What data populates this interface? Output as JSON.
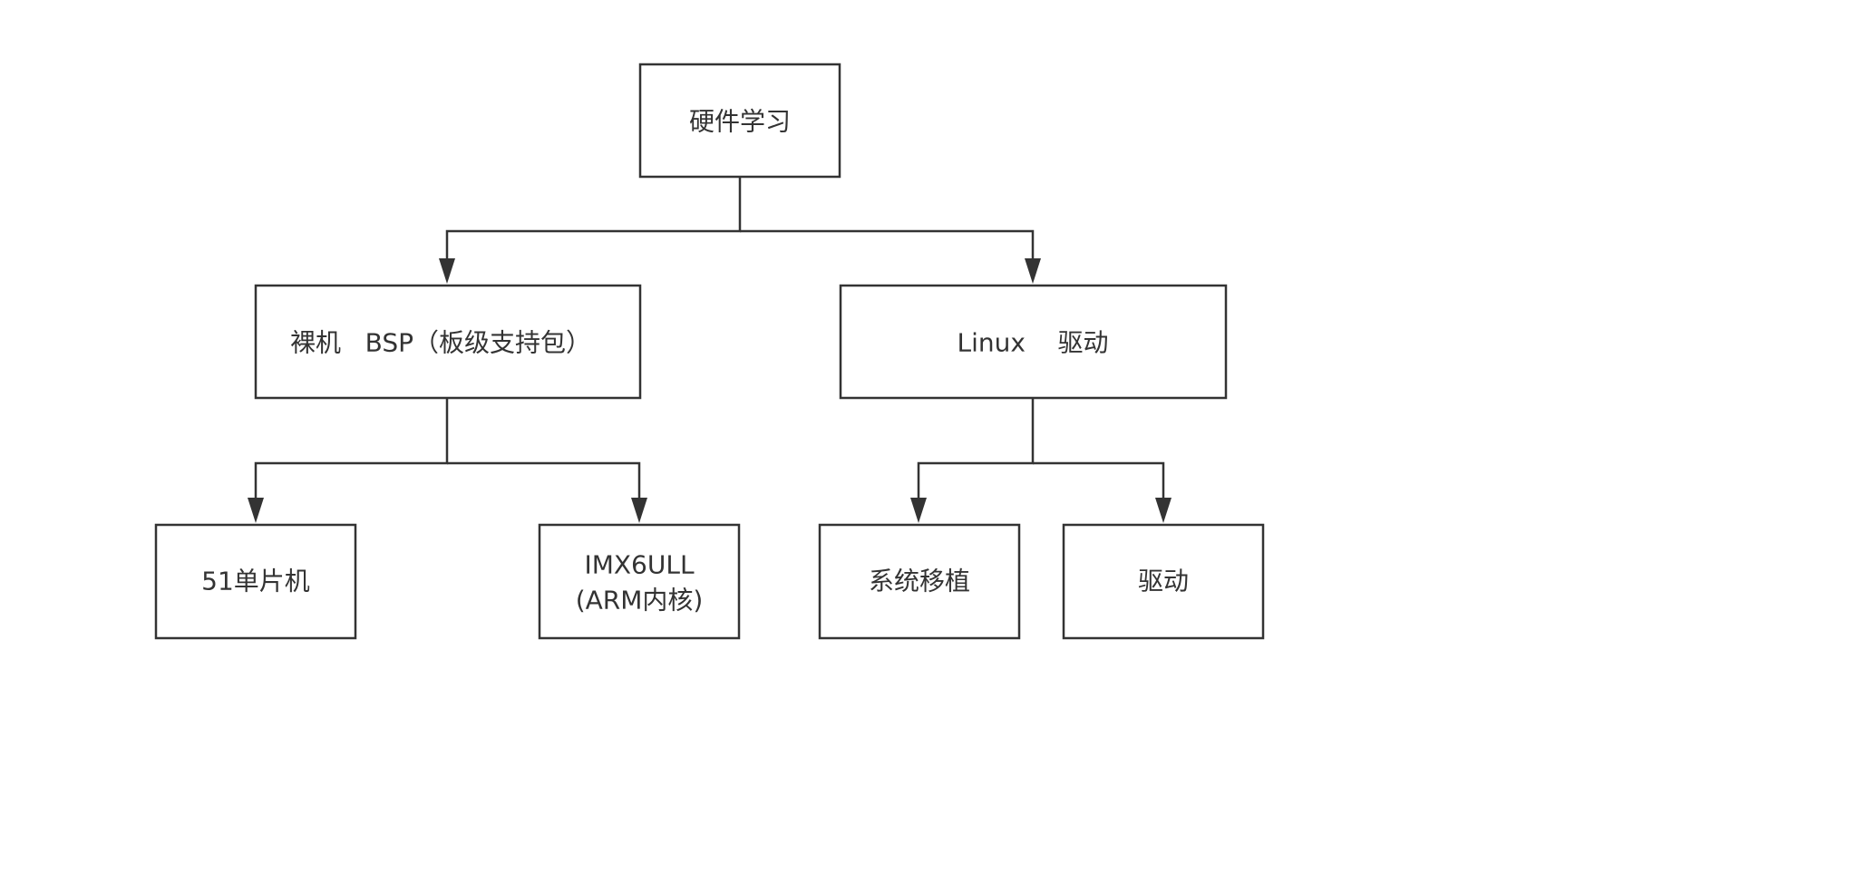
{
  "diagram": {
    "nodes": {
      "root": {
        "label": "硬件学习"
      },
      "bare_metal": {
        "label": "裸机   BSP（板级支持包）"
      },
      "linux_driver": {
        "label": "Linux    驱动"
      },
      "mcu51": {
        "label": "51单片机"
      },
      "imx6ull": {
        "line1": "IMX6ULL",
        "line2": "(ARM内核)"
      },
      "system_port": {
        "label": "系统移植"
      },
      "driver": {
        "label": "驱动"
      }
    },
    "edges": [
      {
        "from": "root",
        "to": "bare_metal"
      },
      {
        "from": "root",
        "to": "linux_driver"
      },
      {
        "from": "bare_metal",
        "to": "mcu51"
      },
      {
        "from": "bare_metal",
        "to": "imx6ull"
      },
      {
        "from": "linux_driver",
        "to": "system_port"
      },
      {
        "from": "linux_driver",
        "to": "driver"
      }
    ]
  }
}
